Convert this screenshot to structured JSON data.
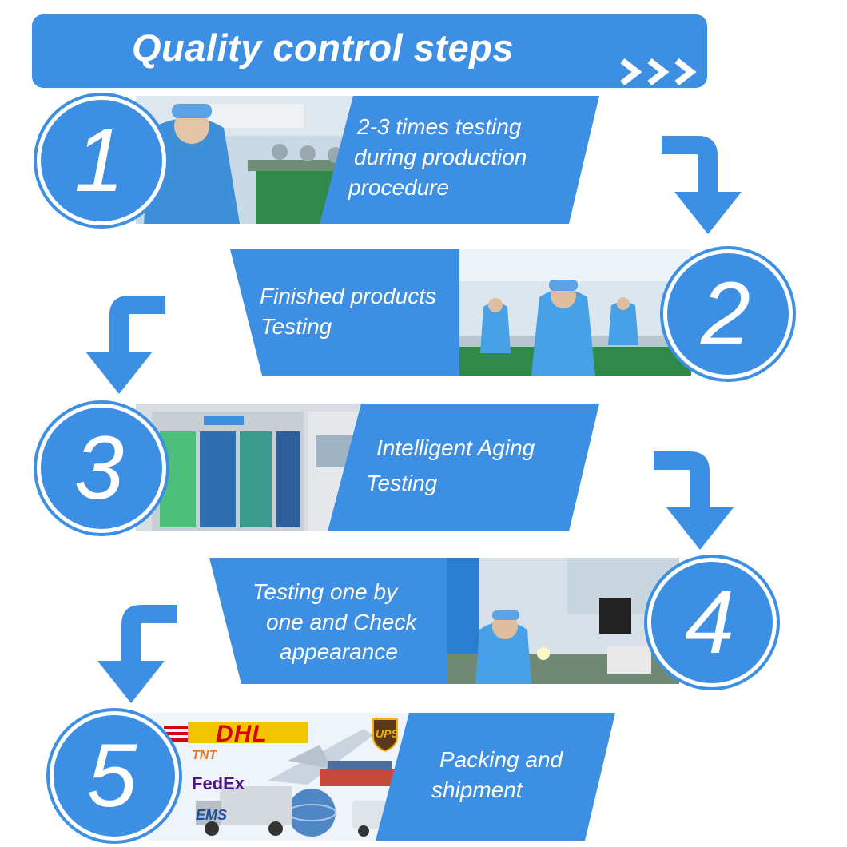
{
  "header": {
    "title": "Quality control steps"
  },
  "steps": [
    {
      "number": "1",
      "text_lines": [
        "2-3 times testing",
        "during production",
        "procedure"
      ]
    },
    {
      "number": "2",
      "text_lines": [
        "Finished products",
        " Testing"
      ]
    },
    {
      "number": "3",
      "text_lines": [
        "Intelligent Aging",
        "Testing"
      ]
    },
    {
      "number": "4",
      "text_lines": [
        "Testing one by",
        "one and Check",
        "appearance"
      ]
    },
    {
      "number": "5",
      "text_lines": [
        "Packing and",
        "shipment"
      ]
    }
  ],
  "logos": {
    "dhl": "DHL",
    "ups": "UPS",
    "tnt": "TNT",
    "fedex": "FedEx",
    "ems": "EMS"
  },
  "colors": {
    "primary": "#3d8fe3",
    "dhl_red": "#d40511",
    "ups_brown": "#5a3a1a",
    "ups_gold": "#f4b000"
  }
}
